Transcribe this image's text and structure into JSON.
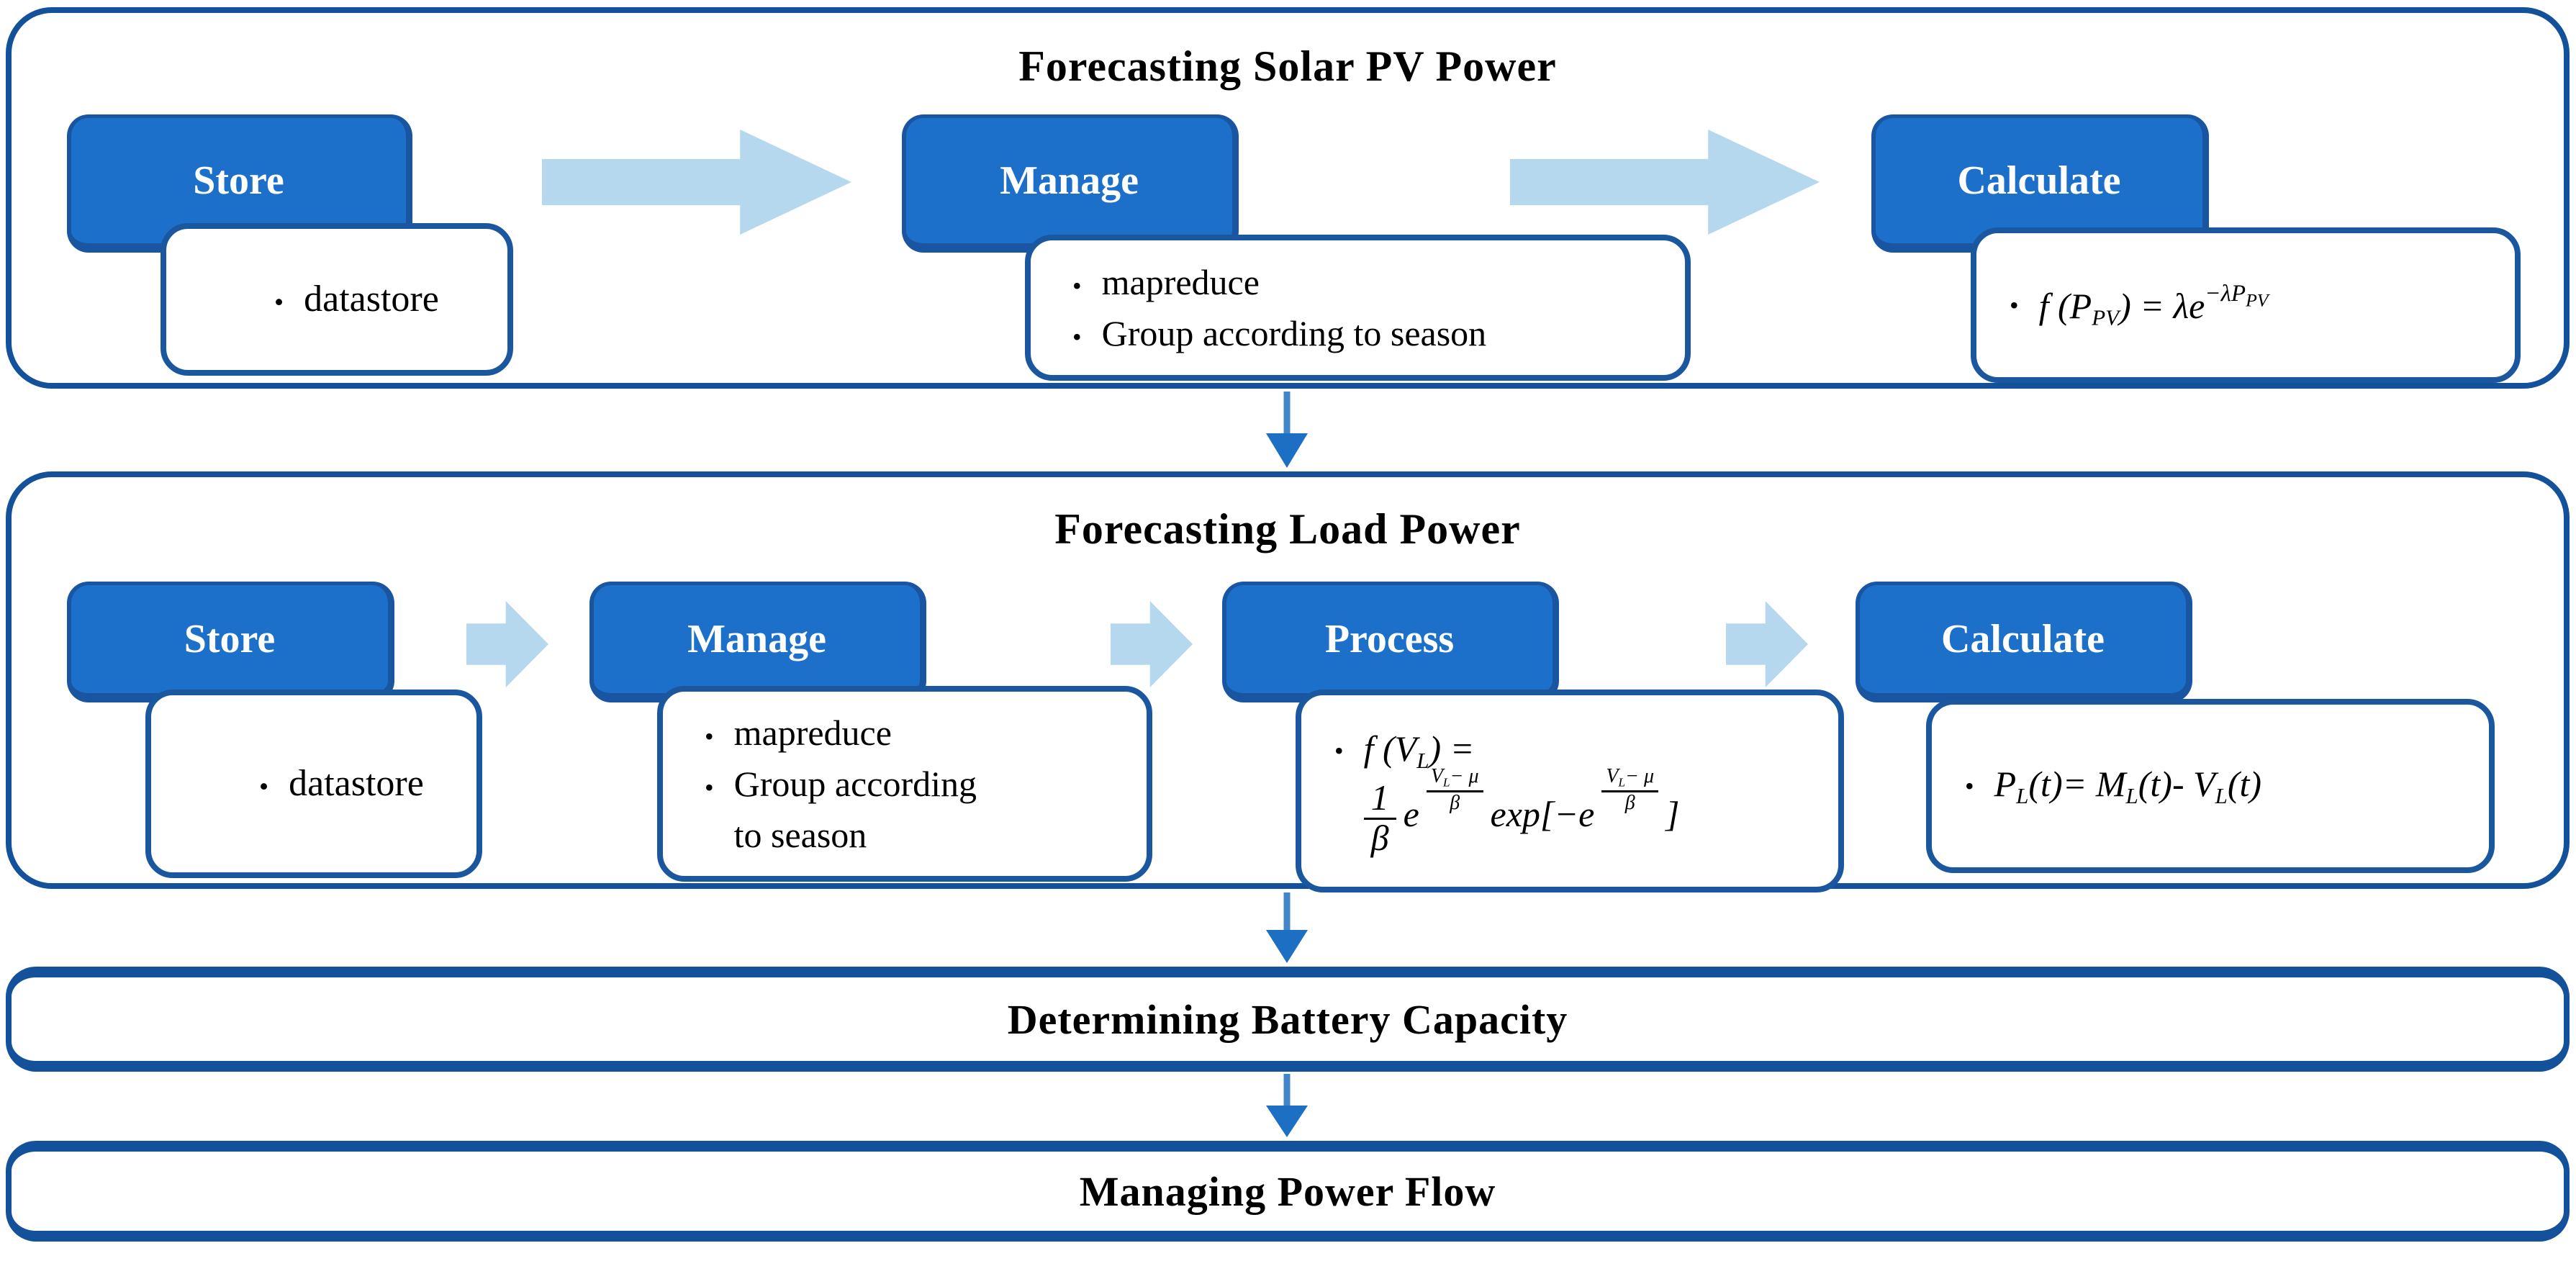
{
  "colors": {
    "tab_fill": "#1C70C9",
    "tab_border": "#1A55A2",
    "container_border": "#14519B",
    "callout_border": "#1B579F",
    "light_arrow": "#B5D8EF",
    "down_arrow_head": "#1D6FC4",
    "down_arrow_stem": "#4285C8"
  },
  "sections": [
    {
      "title": "Forecasting Solar PV Power",
      "stages": [
        {
          "label": "Store"
        },
        {
          "label": "Manage"
        },
        {
          "label": "Calculate"
        }
      ],
      "bullets": {
        "store": [
          "datastore"
        ],
        "manage": [
          "mapreduce",
          "Group according to season"
        ]
      }
    },
    {
      "title": "Forecasting Load Power",
      "stages": [
        {
          "label": "Store"
        },
        {
          "label": "Manage"
        },
        {
          "label": "Process"
        },
        {
          "label": "Calculate"
        }
      ],
      "bullets": {
        "store": [
          "datastore"
        ],
        "manage": [
          "mapreduce",
          "Group according to season"
        ]
      }
    }
  ],
  "banners": [
    "Determining Battery Capacity",
    "Managing Power Flow"
  ],
  "formulas": {
    "solar": {
      "a": "f",
      "b": "(P",
      "bsub": "PV",
      "c": ") = λe",
      "sup": "−λP",
      "supsub": "PV"
    },
    "load_process": {
      "l1a": "f",
      "l1b": "(V",
      "l1sub": "L",
      "l1c": ") =",
      "frac_num": "1",
      "frac_den": "β",
      "e1": "e",
      "exp_num_a": "V",
      "exp_num_sub": "L",
      "exp_num_b": "− μ",
      "exp_den": "β",
      "mid": "exp[−e",
      "exp2_num_a": "V",
      "exp2_num_sub": "L",
      "exp2_num_b": "− μ",
      "exp2_den": "β",
      "end": "]"
    },
    "load_calc": {
      "a": "P",
      "asub": "L",
      "b": "(t)= ",
      "c": "M",
      "csub": "L",
      "d": "(t)- ",
      "e": "V",
      "esub": "L",
      "f": "(t)"
    }
  }
}
